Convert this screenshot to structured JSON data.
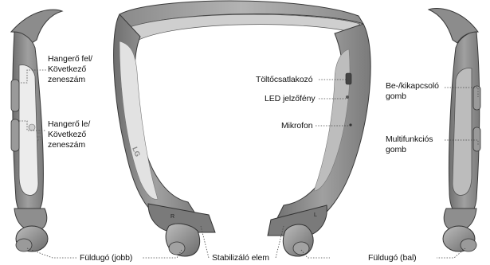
{
  "labels": {
    "volume_up": [
      "Hangerő fel/",
      "Következő",
      "zeneszám"
    ],
    "volume_down": [
      "Hangerő le/",
      "Következő",
      "zeneszám"
    ],
    "charging_port": "Töltőcsatlakozó",
    "led": "LED jelzőfény",
    "microphone": "Mikrofon",
    "power_button": [
      "Be-/kikapcsoló",
      "gomb"
    ],
    "multifunction_button": [
      "Multifunkciós",
      "gomb"
    ],
    "earbud_right": "Füldugó (jobb)",
    "stabilizer": "Stabilizáló elem",
    "earbud_left": "Füldugó (bal)"
  },
  "device_marks": {
    "logo_text": "LG",
    "right_side_letter": "R",
    "left_side_letter": "L"
  },
  "colors": {
    "body_dark": "#7c7c7c",
    "body_mid": "#a6a6a6",
    "body_light": "#d4d4d4",
    "panel": "#ececec",
    "stroke": "#3a3a3a",
    "leader": "#444444"
  }
}
